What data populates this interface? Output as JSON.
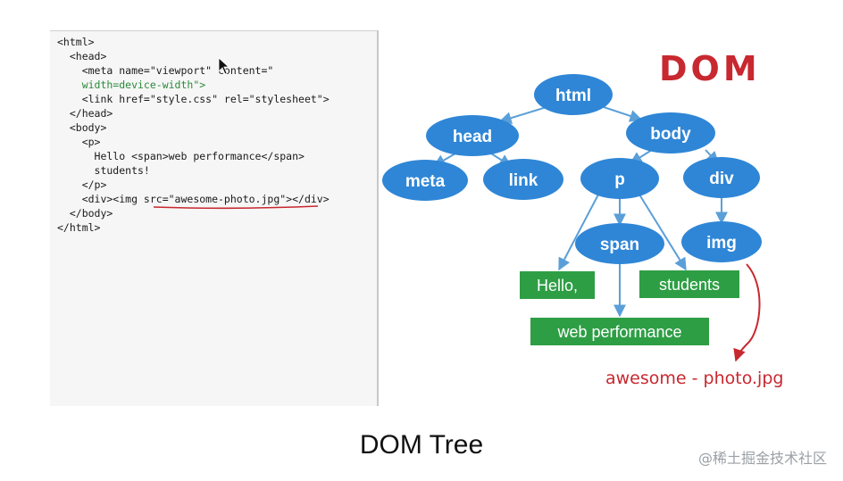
{
  "code": {
    "lines": [
      "<html>",
      "  <head>",
      "    <meta name=\"viewport\" content=\"",
      "    width=device-width\">",
      "    <link href=\"style.css\" rel=\"stylesheet\">",
      "  </head>",
      "  <body>",
      "    <p>",
      "      Hello <span>web performance</span>",
      "      students!",
      "    </p>",
      "    <div><img src=\"awesome-photo.jpg\"></div>",
      "  </body>",
      "</html>"
    ]
  },
  "diagram": {
    "title": "DOM",
    "nodes": {
      "html": "html",
      "head": "head",
      "body": "body",
      "meta": "meta",
      "link": "link",
      "p": "p",
      "div": "div",
      "span": "span",
      "img": "img"
    },
    "text_nodes": {
      "hello": "Hello,",
      "students": "students",
      "web_performance": "web performance"
    },
    "annotation": "awesome - photo.jpg",
    "colors": {
      "node": "#2f86d6",
      "edge": "#5b9fd8",
      "text_node": "#2e9e45",
      "annotation": "#c8282f"
    }
  },
  "caption": "DOM Tree",
  "watermark": "@稀土掘金技术社区"
}
